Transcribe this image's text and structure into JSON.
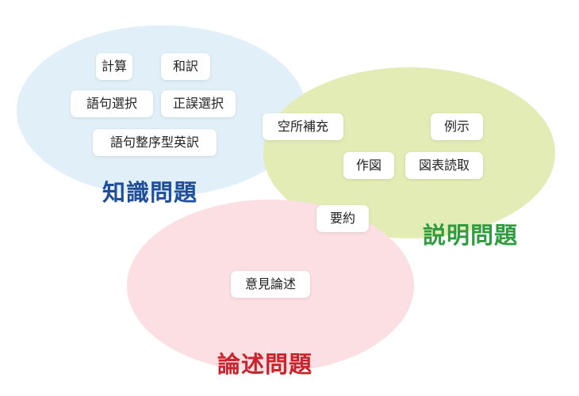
{
  "categories": {
    "knowledge": {
      "label": "知識問題",
      "color": "#1f4f9a",
      "fill": "#e1f0f8"
    },
    "explain": {
      "label": "説明問題",
      "color": "#2e9b3e",
      "fill": "#e3ecb4"
    },
    "essay": {
      "label": "論述問題",
      "color": "#c9232b",
      "fill": "#fbdfe3"
    }
  },
  "items": {
    "keisan": "計算",
    "wayaku": "和訳",
    "goku_sentaku": "語句選択",
    "seigo_sentaku": "正誤選択",
    "goku_seijo": "語句整序型英訳",
    "kusho_hoju": "空所補充",
    "reiji": "例示",
    "sakuzu": "作図",
    "zuhyo_dokutori": "図表読取",
    "yoyaku": "要約",
    "iken_ronjutsu": "意見論述"
  }
}
